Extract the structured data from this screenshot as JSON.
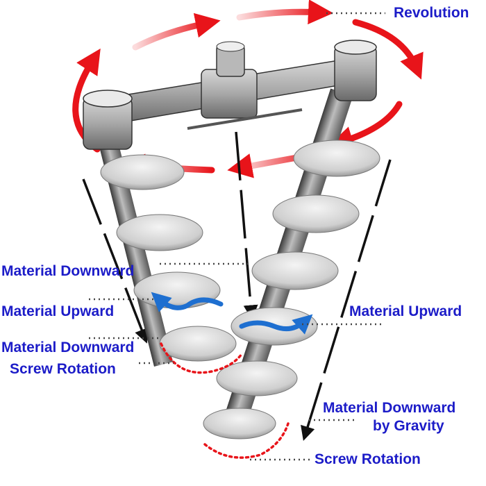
{
  "diagram": {
    "title": "Double Screw Conical Mixer Working Principle",
    "colors": {
      "label": "#1c1cc8",
      "revolution_arrow": "#e8141a",
      "material_arrow": "#1e6fd0",
      "rotation_arc": "#e8141a",
      "leader": "#444444",
      "metal_light": "#e4e4e4",
      "metal_dark": "#555555"
    },
    "labels": {
      "revolution": "Revolution",
      "left_material_downward": "Material Downward",
      "left_material_upward": "Material Upward",
      "left_material_downward_2": "Material Downward",
      "left_screw_rotation": "Screw Rotation",
      "right_material_upward": "Material Upward",
      "right_material_downward_line1": "Material Downward",
      "right_material_downward_line2": "by Gravity",
      "right_screw_rotation": "Screw Rotation"
    }
  }
}
